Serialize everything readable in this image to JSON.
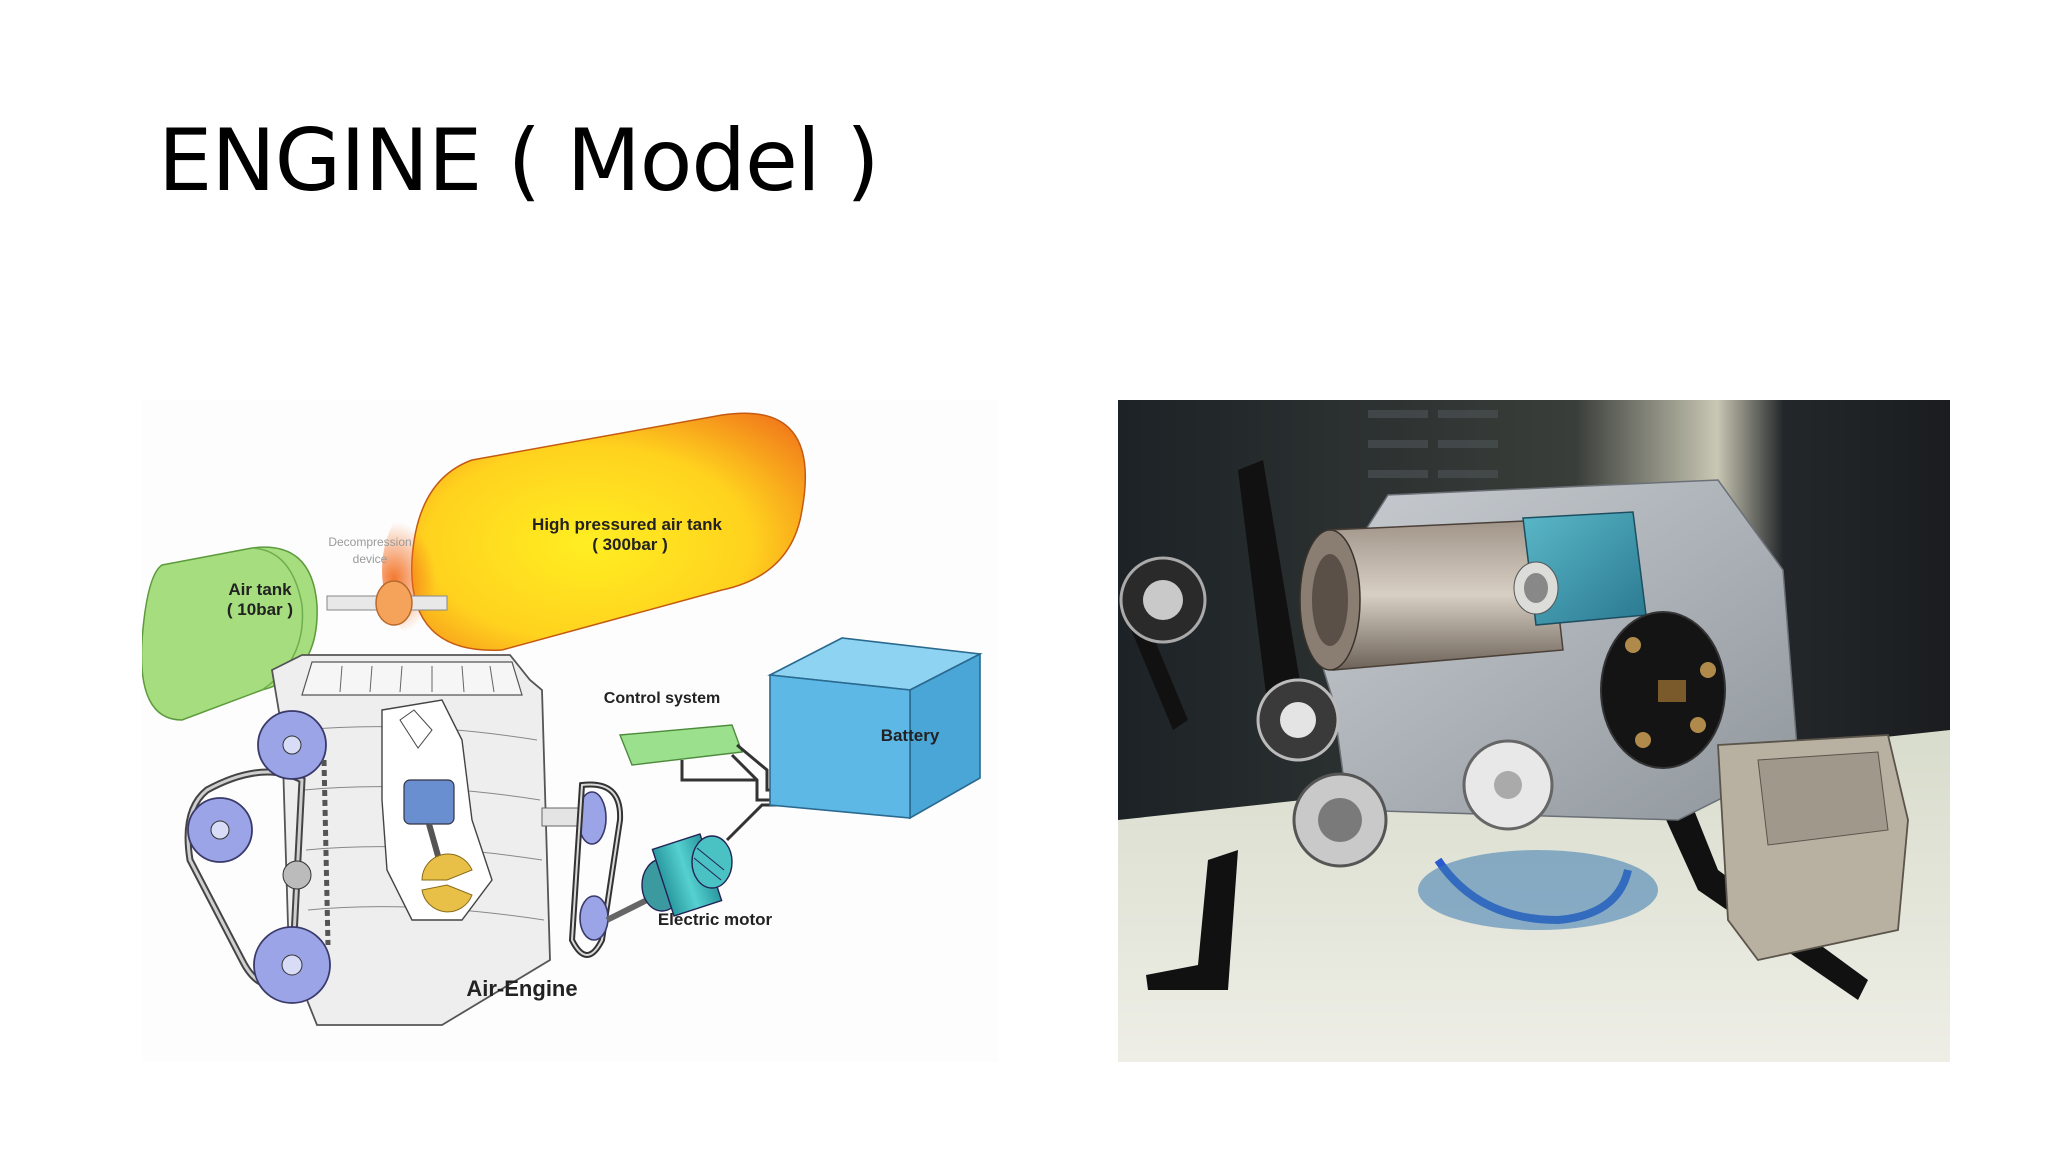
{
  "slide": {
    "title": "ENGINE ( Model )"
  },
  "diagram": {
    "high_pressure_tank": {
      "line1": "High pressured air tank",
      "line2": "( 300bar )"
    },
    "decompression_device": {
      "line1": "Decompression",
      "line2": "device"
    },
    "air_tank": {
      "line1": "Air tank",
      "line2": "( 10bar )"
    },
    "control_system": "Control system",
    "battery": "Battery",
    "electric_motor": "Electric motor",
    "air_engine": "Air-Engine"
  },
  "colors": {
    "high_pressure_tank": [
      "#f07a1a",
      "#ffe21a"
    ],
    "air_tank": "#a6dd7e",
    "decompression_device": "#f5a35b",
    "control_system": "#9be08c",
    "battery": "#5eb8e6",
    "electric_motor": "#3fb6b8",
    "pulleys": "#9aa4e6"
  }
}
